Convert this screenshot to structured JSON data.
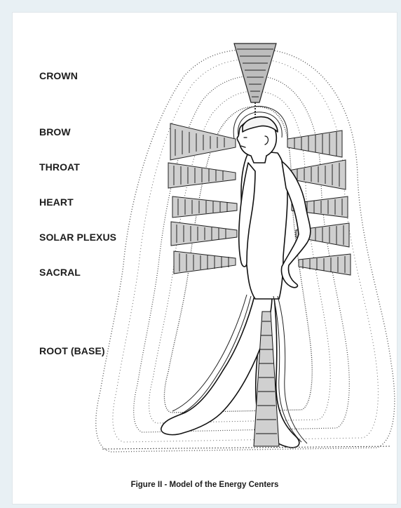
{
  "labels": {
    "crown": "CROWN",
    "brow": "BROW",
    "throat": "THROAT",
    "heart": "HEART",
    "solar_plexus": "SOLAR PLEXUS",
    "sacral": "SACRAL",
    "root": "ROOT (BASE)"
  },
  "caption": "Figure II - Model of the Energy Centers"
}
